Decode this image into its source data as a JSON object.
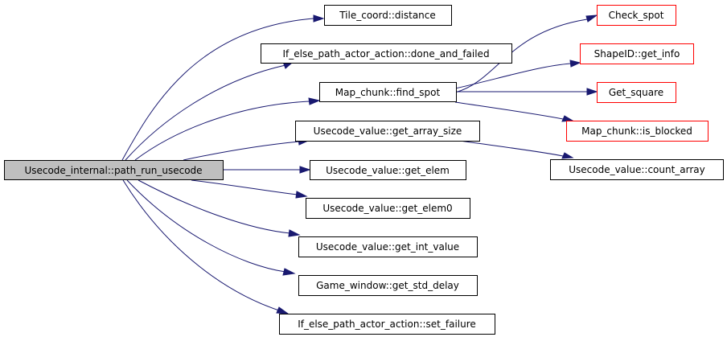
{
  "diagram": {
    "type": "call-graph",
    "colors": {
      "edge": "#191970",
      "root_fill": "#bfbfbf",
      "node_fill": "#ffffff",
      "node_border": "#000000",
      "truncated_border": "#ff0000"
    },
    "root": {
      "id": "root",
      "label": "Usecode_internal::path_run_usecode"
    },
    "nodes": [
      {
        "id": "tile_distance",
        "label": "Tile_coord::distance",
        "truncated": false
      },
      {
        "id": "done_and_failed",
        "label": "If_else_path_actor_action::done_and_failed",
        "truncated": false
      },
      {
        "id": "find_spot",
        "label": "Map_chunk::find_spot",
        "truncated": false
      },
      {
        "id": "get_array_size",
        "label": "Usecode_value::get_array_size",
        "truncated": false
      },
      {
        "id": "get_elem",
        "label": "Usecode_value::get_elem",
        "truncated": false
      },
      {
        "id": "get_elem0",
        "label": "Usecode_value::get_elem0",
        "truncated": false
      },
      {
        "id": "get_int_value",
        "label": "Usecode_value::get_int_value",
        "truncated": false
      },
      {
        "id": "get_std_delay",
        "label": "Game_window::get_std_delay",
        "truncated": false
      },
      {
        "id": "set_failure",
        "label": "If_else_path_actor_action::set_failure",
        "truncated": false
      },
      {
        "id": "check_spot",
        "label": "Check_spot",
        "truncated": true
      },
      {
        "id": "get_info",
        "label": "ShapeID::get_info",
        "truncated": true
      },
      {
        "id": "get_square",
        "label": "Get_square",
        "truncated": true
      },
      {
        "id": "is_blocked",
        "label": "Map_chunk::is_blocked",
        "truncated": true
      },
      {
        "id": "count_array",
        "label": "Usecode_value::count_array",
        "truncated": false
      }
    ],
    "edges": [
      {
        "from": "root",
        "to": "tile_distance"
      },
      {
        "from": "root",
        "to": "done_and_failed"
      },
      {
        "from": "root",
        "to": "find_spot"
      },
      {
        "from": "root",
        "to": "get_array_size"
      },
      {
        "from": "root",
        "to": "get_elem"
      },
      {
        "from": "root",
        "to": "get_elem0"
      },
      {
        "from": "root",
        "to": "get_int_value"
      },
      {
        "from": "root",
        "to": "get_std_delay"
      },
      {
        "from": "root",
        "to": "set_failure"
      },
      {
        "from": "find_spot",
        "to": "check_spot"
      },
      {
        "from": "find_spot",
        "to": "get_info"
      },
      {
        "from": "find_spot",
        "to": "get_square"
      },
      {
        "from": "find_spot",
        "to": "is_blocked"
      },
      {
        "from": "get_array_size",
        "to": "count_array"
      }
    ]
  }
}
